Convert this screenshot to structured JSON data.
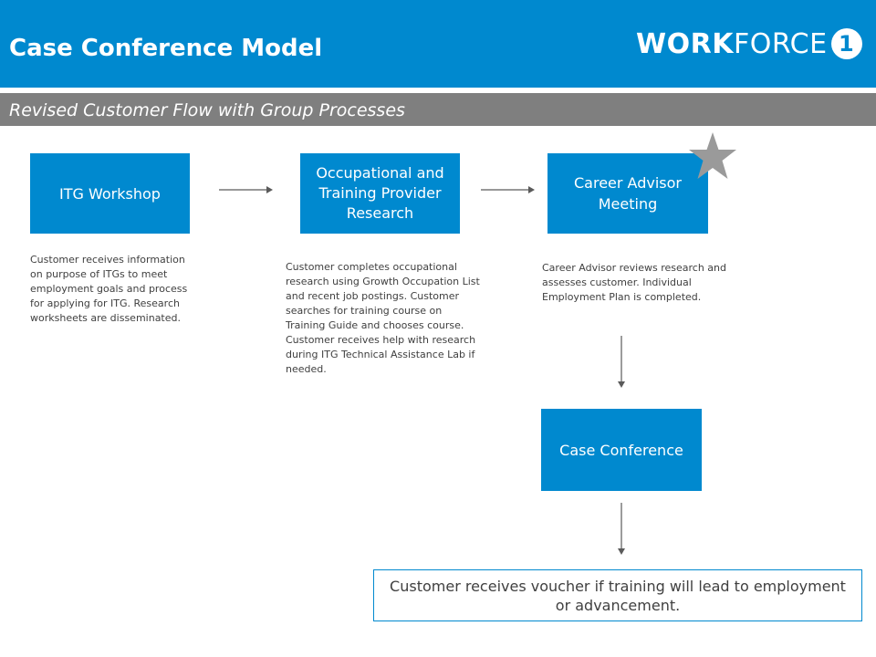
{
  "header": {
    "title": "Case Conference Model",
    "logo": {
      "bold_part": "WORK",
      "regular_part": "FORCE",
      "number": "1"
    }
  },
  "subheader": {
    "text": "Revised Customer Flow with Group Processes"
  },
  "steps": [
    {
      "label": "ITG Workshop",
      "description": "Customer receives information on purpose of ITGs to meet employment goals and process for applying for ITG. Research worksheets are disseminated."
    },
    {
      "label": "Occupational and Training Provider Research",
      "description": "Customer completes occupational research using Growth Occupation List and recent job postings. Customer searches for training course on Training Guide and chooses course. Customer receives help with research during ITG Technical Assistance Lab if needed."
    },
    {
      "label": "Career Advisor Meeting",
      "description": "Career Advisor reviews research and assesses customer. Individual Employment Plan is completed."
    },
    {
      "label": "Case Conference"
    }
  ],
  "outcome": {
    "text": "Customer receives voucher if training will lead to employment or advancement."
  },
  "colors": {
    "primary_blue": "#0089cf",
    "subbar_gray": "#7f7f7f",
    "star_gray": "#9a9a9a",
    "text_gray": "#404040"
  },
  "icons": [
    "star-icon",
    "arrow-right-icon",
    "arrow-down-icon"
  ]
}
